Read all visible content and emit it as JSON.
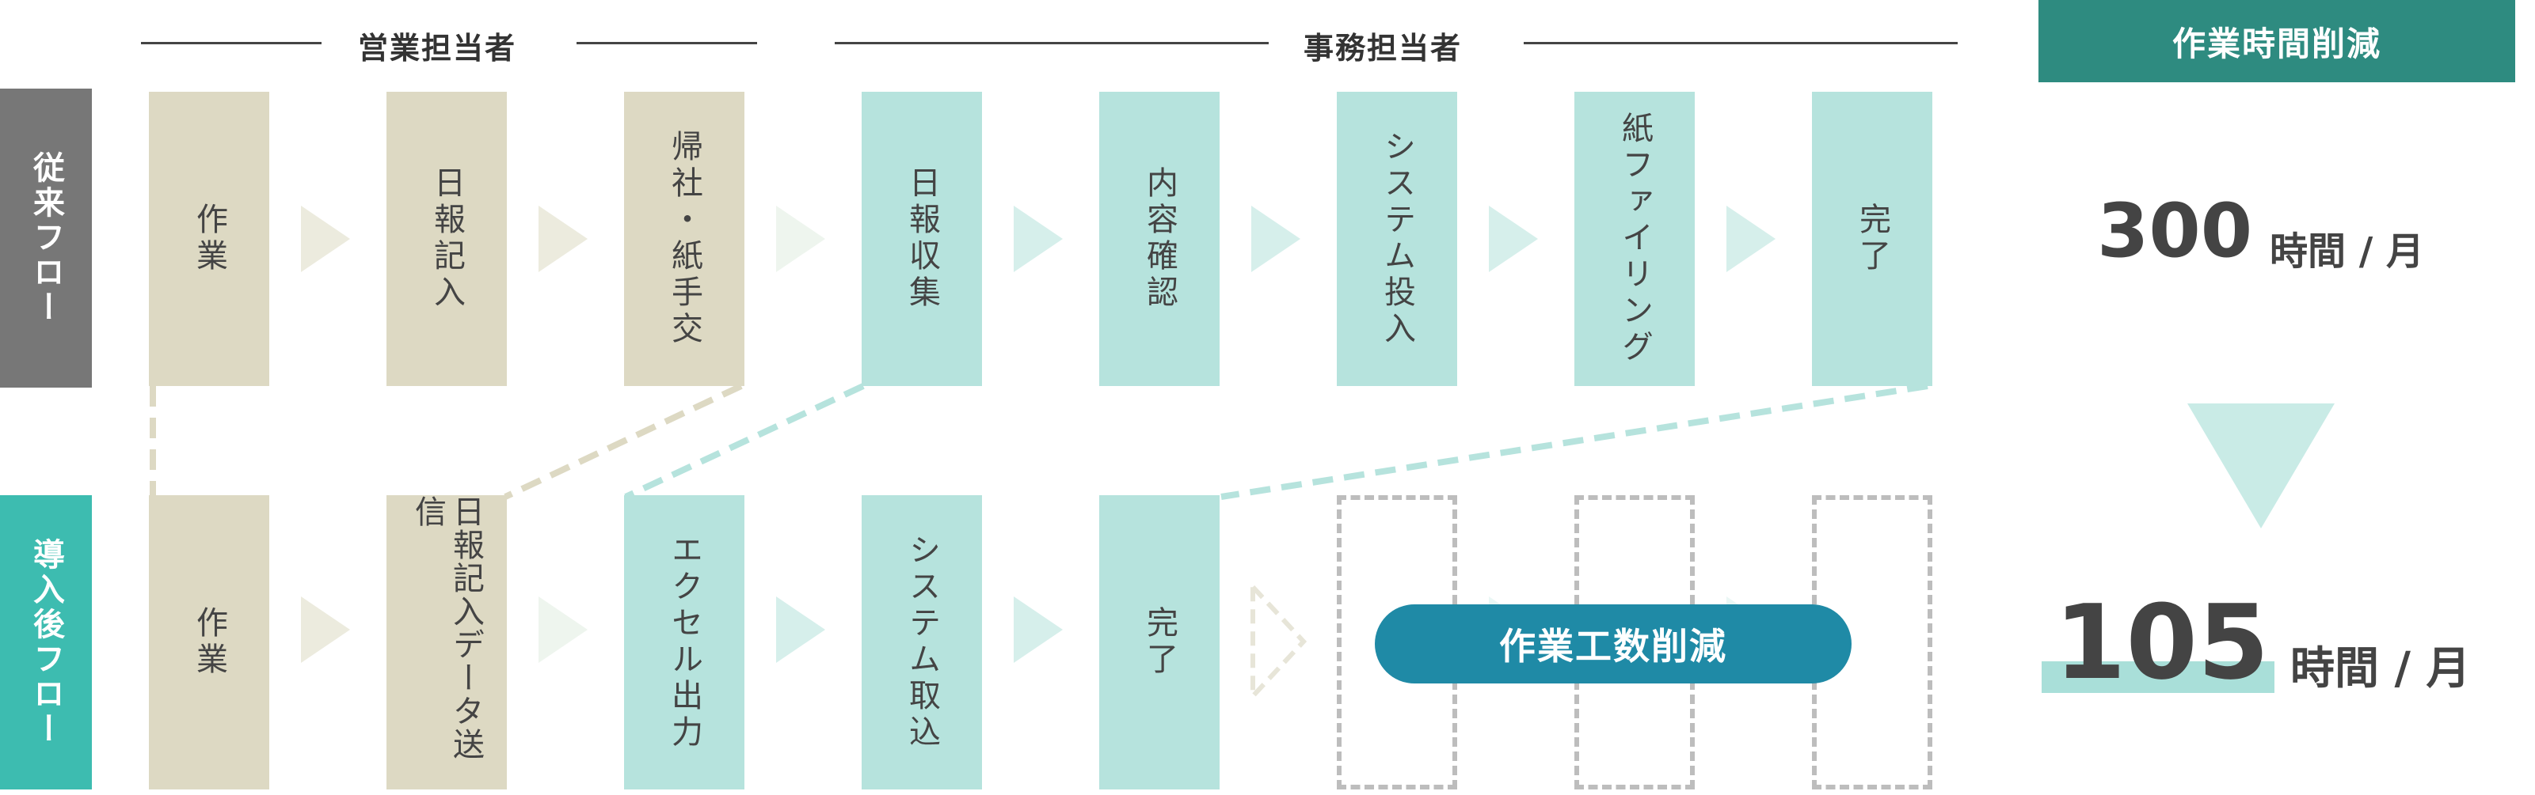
{
  "headers": {
    "sales": "営業担当者",
    "office": "事務担当者"
  },
  "side_labels": {
    "before": "従来フロー",
    "after": "導入後フロー"
  },
  "before_flow": [
    {
      "label": "作業",
      "color": "beige"
    },
    {
      "label": "日報記入",
      "color": "beige"
    },
    {
      "label": "帰社・紙手交",
      "color": "beige"
    },
    {
      "label": "日報収集",
      "color": "teal"
    },
    {
      "label": "内容確認",
      "color": "teal"
    },
    {
      "label": "システム投入",
      "color": "teal"
    },
    {
      "label": "紙ファイリング",
      "color": "teal"
    },
    {
      "label": "完了",
      "color": "teal"
    }
  ],
  "after_flow": [
    {
      "label": "作業",
      "color": "beige"
    },
    {
      "label": "日報記入データ送信",
      "color": "beige"
    },
    {
      "label": "エクセル出力",
      "color": "teal"
    },
    {
      "label": "システム取込",
      "color": "teal"
    },
    {
      "label": "完了",
      "color": "teal"
    }
  ],
  "reduction_badge": "作業工数削減",
  "right_panel": {
    "title": "作業時間削減",
    "before_value": "300",
    "after_value": "105",
    "unit": "時間 / 月"
  },
  "colors": {
    "beige": "#ddd9c3",
    "teal": "#b6e3dd",
    "side_before": "#777777",
    "side_after": "#3dbcb0",
    "title_bg": "#2e8b80",
    "badge_bg": "#1f8aa6",
    "down_arrow": "#c9ebe6",
    "highlight": "#a9dfd9"
  }
}
